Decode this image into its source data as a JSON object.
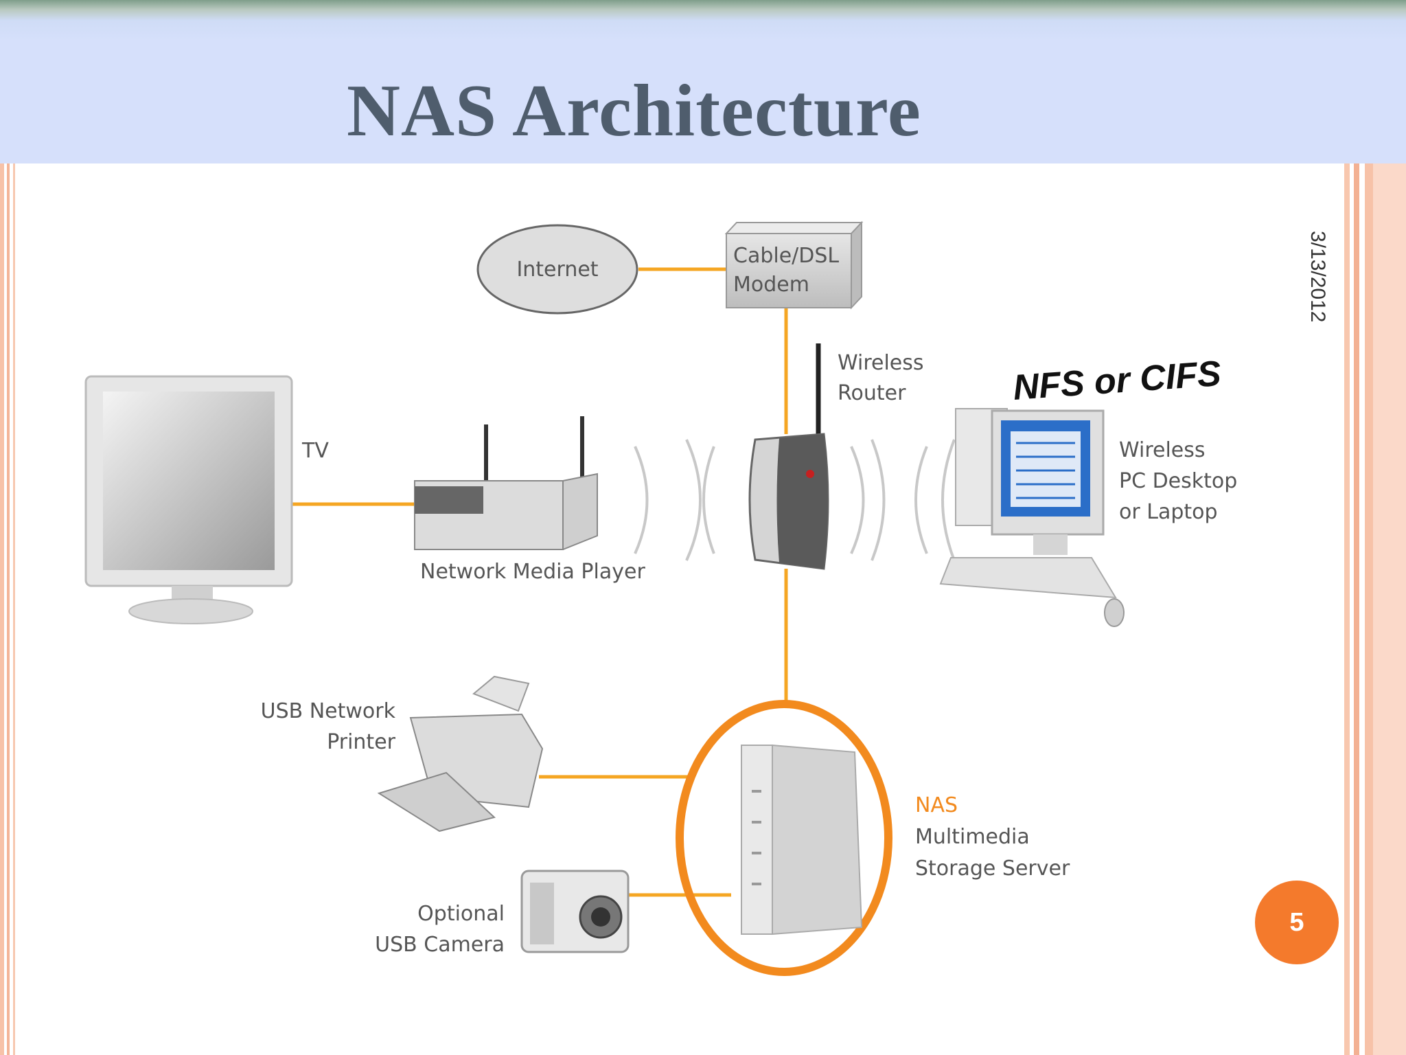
{
  "slide": {
    "title": "NAS Architecture",
    "date": "3/13/2012",
    "page_number": "5"
  },
  "diagram": {
    "internet": "Internet",
    "modem_line1": "Cable/DSL",
    "modem_line2": "Modem",
    "router_line1": "Wireless",
    "router_line2": "Router",
    "tv": "TV",
    "media_player": "Network Media Player",
    "pc_line1": "Wireless",
    "pc_line2": "PC Desktop",
    "pc_line3": "or Laptop",
    "protocol_note": "NFS or CIFS",
    "printer_line1": "USB Network",
    "printer_line2": "Printer",
    "camera_line1": "Optional",
    "camera_line2": "USB Camera",
    "nas_line1": "NAS",
    "nas_line2": "Multimedia",
    "nas_line3": "Storage Server"
  },
  "colors": {
    "connector": "#f5a623",
    "nas_highlight": "#f28a1e",
    "badge": "#f47a2c"
  }
}
